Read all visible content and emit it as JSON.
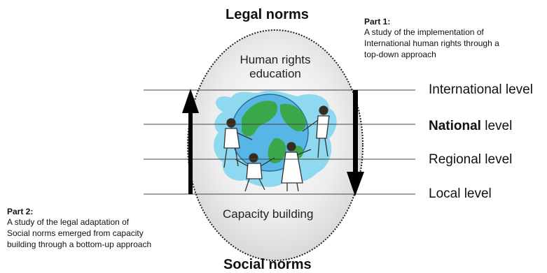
{
  "diagram": {
    "top_title": "Legal norms",
    "bottom_title": "Social norms",
    "circle_top_text": [
      "Human rights",
      "education"
    ],
    "circle_bottom_text": "Capacity building",
    "levels": [
      {
        "label": "International level"
      },
      {
        "bold": "National",
        "rest": " level"
      },
      {
        "label": "Regional level"
      },
      {
        "label": "Local level"
      }
    ],
    "part1": {
      "heading": "Part 1:",
      "lines": [
        "A study of the implementation of",
        "International human rights through a",
        "top-down approach"
      ]
    },
    "part2": {
      "heading": "Part 2:",
      "lines": [
        "A study of the legal adaptation of",
        "Social norms emerged from capacity",
        "building through a bottom-up approach"
      ]
    }
  },
  "colors": {
    "circle_fill": "#e8e8e8",
    "globe_sea": "#58b6e6",
    "globe_land": "#3aa84a",
    "splash": "#8ed8f0",
    "arrow": "#000000"
  }
}
